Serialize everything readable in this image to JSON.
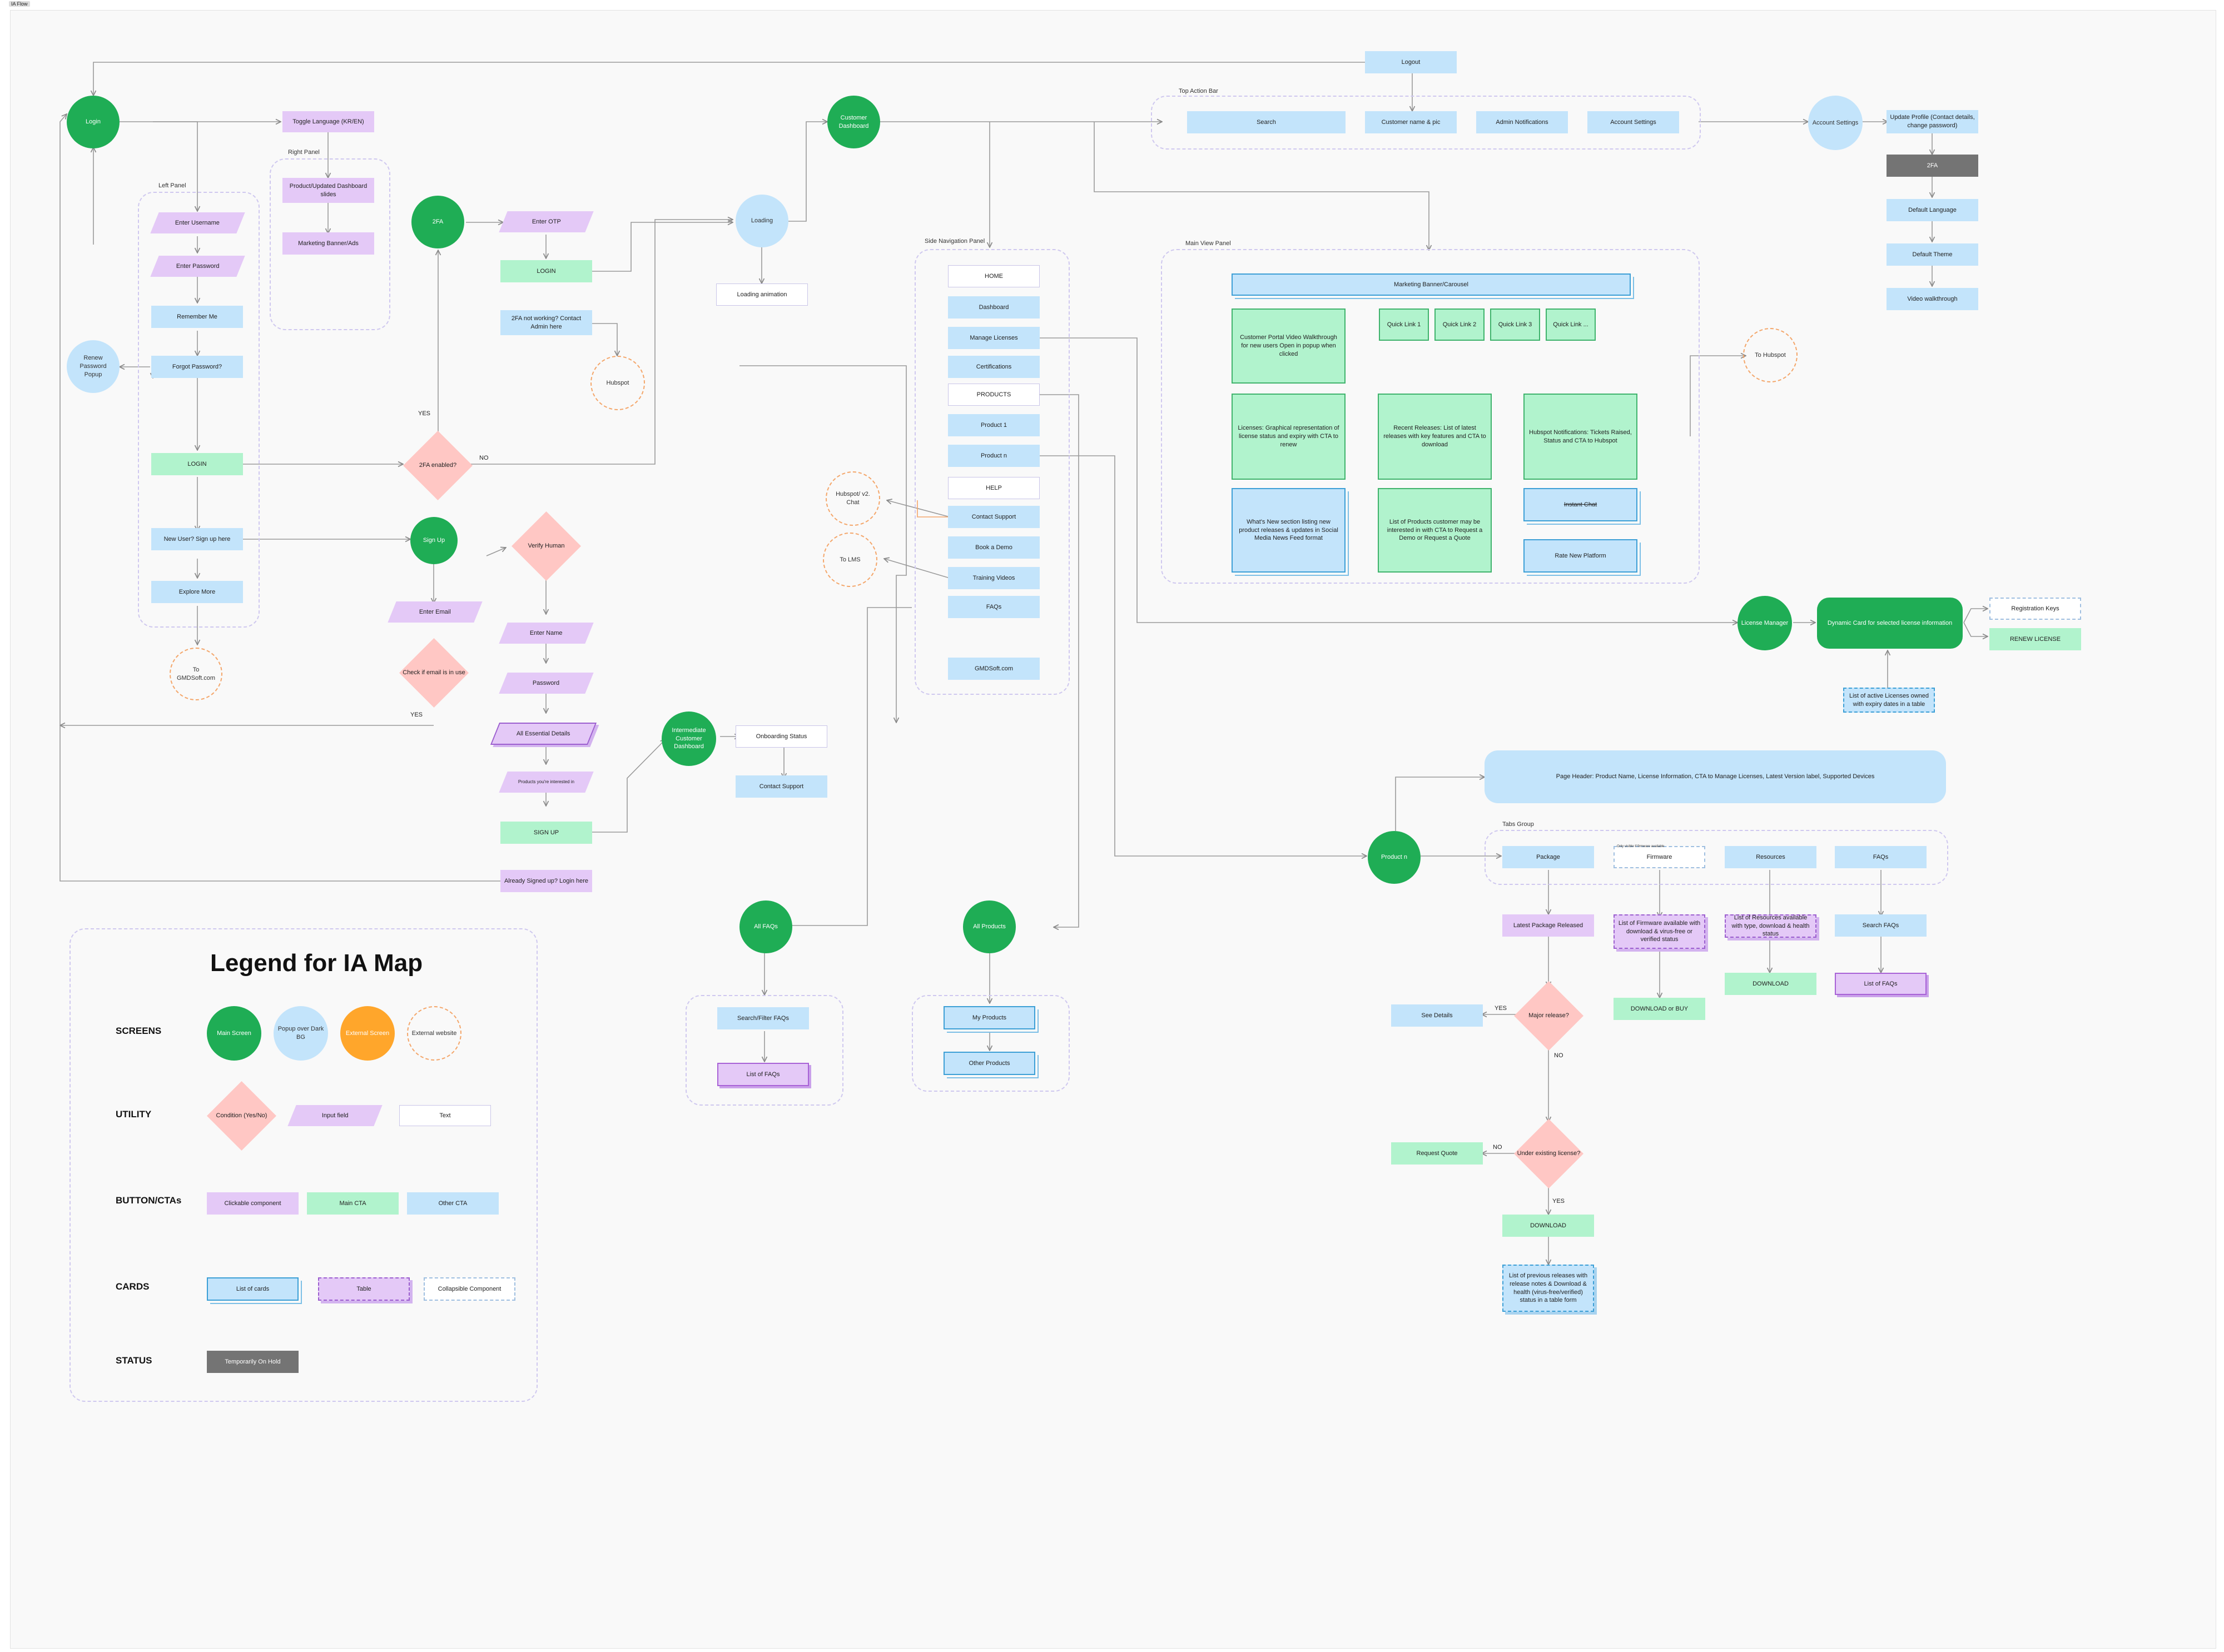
{
  "canvas": {
    "tag": "IA Flow"
  },
  "colors": {
    "main_screen": "#1fad55",
    "popup": "#c3e4fb",
    "external_screen": "#ffa62b",
    "condition": "#ffc7c4",
    "input": "#e4c9f7",
    "main_cta": "#b1f3cd",
    "other_cta": "#c3e4fb",
    "on_hold": "#747474"
  },
  "login_flow": {
    "login": "Login",
    "toggle_language": "Toggle Language (KR/EN)",
    "right_panel": "Right Panel",
    "product_slides": "Product/Updated Dashboard slides",
    "marketing_banner": "Marketing Banner/Ads",
    "left_panel": "Left Panel",
    "enter_username": "Enter Username",
    "enter_password": "Enter Password",
    "remember_me": "Remember Me",
    "forgot_password": "Forgot Password?",
    "renew_password_popup": "Renew Password Popup",
    "login_button": "LOGIN",
    "new_user": "New User? Sign up here",
    "explore_more": "Explore More",
    "to_gmdsoft": "To GMDSoft.com",
    "twofa": "2FA",
    "enter_otp": "Enter OTP",
    "otp_login": "LOGIN",
    "twofa_not_working": "2FA not working? Contact Admin here",
    "hubspot": "Hubspot",
    "twofa_enabled": "2FA enabled?",
    "yes1": "YES",
    "no1": "NO"
  },
  "signup_flow": {
    "sign_up": "Sign Up",
    "enter_email": "Enter Email",
    "check_email": "Check if email is in use",
    "yes2": "YES",
    "verify_human": "Verify Human",
    "enter_name": "Enter Name",
    "password": "Password",
    "all_essential": "All Essential Details",
    "products_used": "Products you're interested in",
    "signup_button": "SIGN UP",
    "already_signed": "Already Signed up? Login here",
    "intermediate_dashboard": "Intermediate Customer Dashboard",
    "onboarding_status": "Onboarding Status",
    "contact_support": "Contact Support"
  },
  "loading": {
    "loading": "Loading",
    "loading_animation": "Loading animation"
  },
  "dashboard": {
    "customer_dashboard": "Customer Dashboard",
    "logout": "Logout",
    "top_action_bar": "Top Action Bar",
    "search": "Search",
    "customer_name": "Customer name & pic",
    "admin_notifications": "Admin Notifications",
    "account_settings_btn": "Account Settings"
  },
  "account": {
    "account_settings": "Account Settings",
    "update_profile": "Update Profile (Contact details, change password)",
    "twofa": "2FA",
    "default_language": "Default Language",
    "default_theme": "Default Theme",
    "video_walkthrough": "Video walkthrough"
  },
  "side_nav": {
    "label": "Side Navigation Panel",
    "home": "HOME",
    "dashboard": "Dashboard",
    "manage_licenses": "Manage Licenses",
    "certifications": "Certifications",
    "products": "PRODUCTS",
    "product_1": "Product 1",
    "product_n": "Product n",
    "help": "HELP",
    "contact_support": "Contact Support",
    "book_demo": "Book a Demo",
    "training_videos": "Training Videos",
    "faqs": "FAQs",
    "gmdsoft": "GMDSoft.com",
    "hubspot_chat": "Hubspot/ v2. Chat",
    "to_lms": "To LMS"
  },
  "main_view": {
    "label": "Main View Panel",
    "banner": "Marketing Banner/Carousel",
    "customer_portal": "Customer Portal Video Walkthrough for new users Open in popup when clicked",
    "quick_link_1": "Quick Link 1",
    "quick_link_2": "Quick Link 2",
    "quick_link_3": "Quick Link 3",
    "quick_link_n": "Quick Link ...",
    "licenses": "Licenses: Graphical representation of license status and expiry with CTA to renew",
    "recent_releases": "Recent Releases: List of latest releases with key features and CTA to download",
    "hubspot_notifications": "Hubspot Notifications: Tickets Raised, Status and CTA to Hubspot",
    "whats_new": "What's New section listing new product releases & updates in Social Media News Feed format",
    "list_products": "List of Products customer may be interested in with CTA to Request a Demo or Request a Quote",
    "instant_chat": "Instant Chat",
    "rate_platform": "Rate New Platform",
    "to_hubspot": "To Hubspot"
  },
  "license": {
    "license_manager": "License Manager",
    "dynamic_card": "Dynamic Card for selected license information",
    "registration_keys": "Registration Keys",
    "renew_license": "RENEW LICENSE",
    "active_licenses": "List of active Licenses owned with expiry dates in a table"
  },
  "faqs": {
    "all_faqs": "All FAQs",
    "search_filter": "Search/Filter FAQs",
    "list_faqs": "List of FAQs"
  },
  "products": {
    "all_products": "All Products",
    "my_products": "My Products",
    "other_products": "Other Products"
  },
  "product_n": {
    "screen": "Product n",
    "page_header": "Page Header: Product Name, License Information, CTA to Manage Licenses, Latest Version label, Supported Devices",
    "tabs_group": "Tabs Group",
    "package": "Package",
    "firmware": "Firmware",
    "firmware_note": "Only visible if firmware available",
    "resources": "Resources",
    "faqs": "FAQs",
    "latest_package": "Latest Package Released",
    "firmware_list": "List of Firmware available with download & virus-free or verified status",
    "resources_list": "List of Resources available with type, download & health status",
    "search_faqs": "Search FAQs",
    "download_or_buy": "DOWNLOAD or BUY",
    "download_resources": "DOWNLOAD",
    "list_faqs": "List of FAQs",
    "major_release": "Major release?",
    "see_details": "See Details",
    "yes3": "YES",
    "no3": "NO",
    "under_license": "Under existing license?",
    "request_quote": "Request Quote",
    "no4": "NO",
    "yes4": "YES",
    "download": "DOWNLOAD",
    "previous_releases": "List of previous releases with release notes & Download & health (virus-free/verified) status in a table form"
  },
  "legend": {
    "title": "Legend for IA Map",
    "screens": "SCREENS",
    "main_screen": "Main Screen",
    "popup": "Popup over Dark BG",
    "external_screen": "External Screen",
    "external_website": "External website",
    "utility": "UTILITY",
    "condition": "Condition (Yes/No)",
    "input_field": "Input field",
    "text": "Text",
    "buttons": "BUTTON/CTAs",
    "clickable": "Clickable component",
    "main_cta": "Main CTA",
    "other_cta": "Other CTA",
    "cards": "CARDS",
    "list_cards": "List of cards",
    "table": "Table",
    "collapsible": "Collapsible Component",
    "status": "STATUS",
    "on_hold": "Temporarily On Hold"
  }
}
